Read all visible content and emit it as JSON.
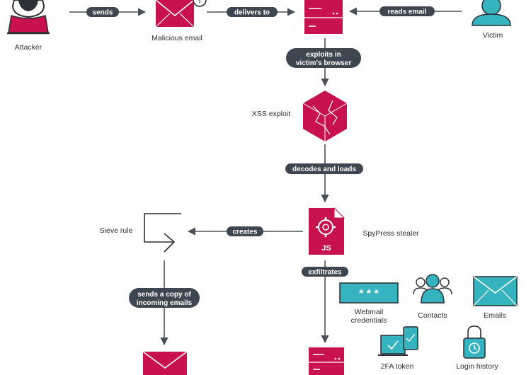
{
  "nodes": {
    "attacker": "Attacker",
    "malicious_email": "Malicious email",
    "victim": "Victim",
    "xss_exploit": "XSS exploit",
    "spypress": "SpyPress stealer",
    "spypress_js": "JS",
    "sieve_rule": "Sieve rule",
    "webmail_credentials_line1": "Webmail",
    "webmail_credentials_line2": "credentials",
    "webmail_stars": "* * *",
    "contacts": "Contacts",
    "emails": "Emails",
    "twofa_token": "2FA token",
    "login_history": "Login history"
  },
  "edges": {
    "sends": "sends",
    "delivers_to": "delivers to",
    "reads_email": "reads email",
    "exploits_line1": "exploits in",
    "exploits_line2": "victim's browser",
    "decodes_and_loads": "decodes and loads",
    "creates": "creates",
    "exfiltrates": "exfiltrates",
    "sends_copy_line1": "sends a copy of",
    "sends_copy_line2": "incoming emails"
  },
  "colors": {
    "accent_red": "#c8114f",
    "accent_teal": "#35b3be",
    "pill_dark": "#3d4651",
    "line_gray": "#4a5058"
  },
  "icons": {
    "attacker": "hooded-attacker-icon",
    "email": "envelope-icon",
    "server": "server-icon",
    "victim": "user-icon",
    "exploit": "cube-crack-icon",
    "script": "js-file-gear-icon",
    "sieve": "sieve-rule-icon",
    "password": "password-field-icon",
    "contacts": "contacts-group-icon",
    "emails": "envelope-outline-icon",
    "twofa": "devices-check-icon",
    "history": "padlock-history-icon"
  }
}
